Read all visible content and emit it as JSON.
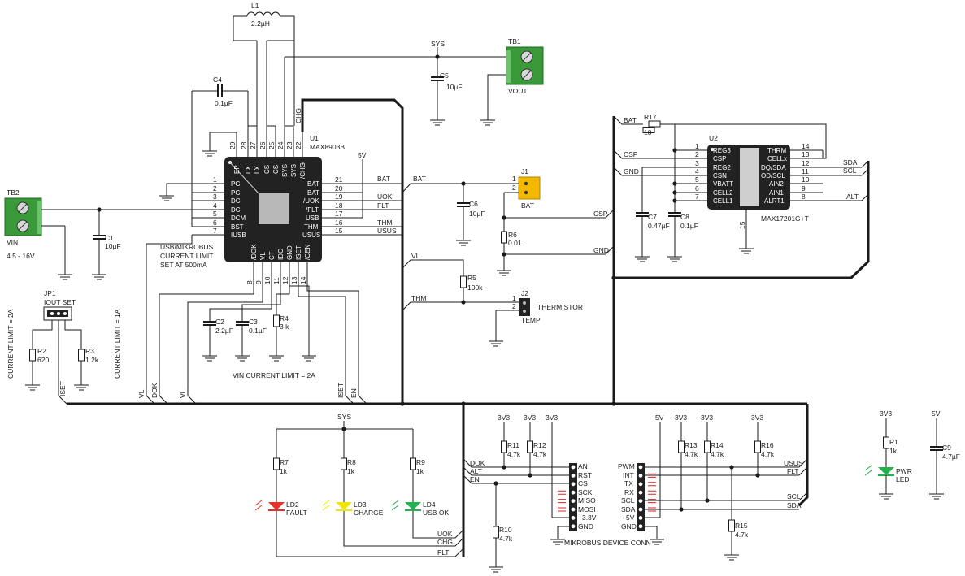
{
  "components": {
    "L1": {
      "ref": "L1",
      "value": "2.2µH"
    },
    "C4": {
      "ref": "C4",
      "value": "0.1µF"
    },
    "SYS_top": "SYS",
    "C5": {
      "ref": "C5",
      "value": "10µF"
    },
    "TB1": {
      "ref": "TB1",
      "label": "VOUT"
    },
    "U1": {
      "ref": "U1",
      "part": "MAX8903B"
    },
    "TB2": {
      "ref": "TB2",
      "label": "VIN",
      "range": "4.5 - 16V"
    },
    "C1": {
      "ref": "C1",
      "value": "10µF"
    },
    "J1": {
      "ref": "J1",
      "label": "BAT"
    },
    "C6": {
      "ref": "C6",
      "value": "10µF"
    },
    "R6": {
      "ref": "R6",
      "value": "0.01"
    },
    "R5": {
      "ref": "R5",
      "value": "100k"
    },
    "J2": {
      "ref": "J2",
      "label": "THERMISTOR",
      "sub": "TEMP"
    },
    "R17": {
      "ref": "R17",
      "value": "10"
    },
    "U2": {
      "ref": "U2",
      "part": "MAX17201G+T"
    },
    "C7": {
      "ref": "C7",
      "value": "0.47µF"
    },
    "C8": {
      "ref": "C8",
      "value": "0.1µF"
    },
    "JP1": {
      "ref": "JP1",
      "label": "IOUT SET"
    },
    "R2": {
      "ref": "R2",
      "value": "620"
    },
    "R3": {
      "ref": "R3",
      "value": "1.2k"
    },
    "C2": {
      "ref": "C2",
      "value": "2.2µF"
    },
    "C3": {
      "ref": "C3",
      "value": "0.1µF"
    },
    "R4": {
      "ref": "R4",
      "value": "3 k"
    },
    "R7": {
      "ref": "R7",
      "value": "1k"
    },
    "R8": {
      "ref": "R8",
      "value": "1k"
    },
    "R9": {
      "ref": "R9",
      "value": "1k"
    },
    "LD2": {
      "ref": "LD2",
      "label": "FAULT",
      "color": "#e8302a"
    },
    "LD3": {
      "ref": "LD3",
      "label": "CHARGE",
      "color": "#f2e600"
    },
    "LD4": {
      "ref": "LD4",
      "label": "USB OK",
      "color": "#22b14c"
    },
    "R10": {
      "ref": "R10",
      "value": "4.7k"
    },
    "R11": {
      "ref": "R11",
      "value": "4.7k"
    },
    "R12": {
      "ref": "R12",
      "value": "4.7k"
    },
    "R13": {
      "ref": "R13",
      "value": "4.7k"
    },
    "R14": {
      "ref": "R14",
      "value": "4.7k"
    },
    "R15": {
      "ref": "R15",
      "value": "4.7k"
    },
    "R16": {
      "ref": "R16",
      "value": "4.7k"
    },
    "R1": {
      "ref": "R1",
      "value": "1k"
    },
    "LD1": {
      "label_1": "PWR",
      "label_2": "LED",
      "color": "#22b14c"
    },
    "C9": {
      "ref": "C9",
      "value": "4.7µF"
    }
  },
  "notes": {
    "usb_limit_1": "USB/MIKROBUS",
    "usb_limit_2": "CURRENT LIMIT",
    "usb_limit_3": "SET AT 500mA",
    "vin_limit": "VIN CURRENT LIMIT = 2A",
    "limit_2a": "CURRENT LIMIT = 2A",
    "limit_1a": "CURRENT LIMIT = 1A",
    "mikrobus": "MIKROBUS DEVICE CONN"
  },
  "u1_pins": {
    "left": [
      {
        "n": "1",
        "name": "PG"
      },
      {
        "n": "2",
        "name": "PG"
      },
      {
        "n": "3",
        "name": "DC"
      },
      {
        "n": "4",
        "name": "DC"
      },
      {
        "n": "5",
        "name": "DCM"
      },
      {
        "n": "6",
        "name": "BST"
      },
      {
        "n": "7",
        "name": "IUSB"
      }
    ],
    "right": [
      {
        "n": "21",
        "name": "BAT"
      },
      {
        "n": "20",
        "name": "BAT"
      },
      {
        "n": "19",
        "name": "/UOK"
      },
      {
        "n": "18",
        "name": "/FLT"
      },
      {
        "n": "17",
        "name": "USB"
      },
      {
        "n": "16",
        "name": "THM"
      },
      {
        "n": "15",
        "name": "USUS"
      }
    ],
    "top": [
      {
        "n": "29",
        "name": "EP"
      },
      {
        "n": "28",
        "name": "LX"
      },
      {
        "n": "27",
        "name": "LX"
      },
      {
        "n": "26",
        "name": "CS"
      },
      {
        "n": "25",
        "name": "CS"
      },
      {
        "n": "24",
        "name": "SYS"
      },
      {
        "n": "23",
        "name": "SYS"
      },
      {
        "n": "22",
        "name": "/CHG"
      }
    ],
    "bottom": [
      {
        "n": "8",
        "name": "/DOK"
      },
      {
        "n": "9",
        "name": "VL"
      },
      {
        "n": "10",
        "name": "CT"
      },
      {
        "n": "11",
        "name": "IDC"
      },
      {
        "n": "12",
        "name": "GND"
      },
      {
        "n": "13",
        "name": "ISET"
      },
      {
        "n": "14",
        "name": "/CEN"
      }
    ]
  },
  "u2_pins": {
    "left": [
      {
        "n": "1",
        "name": "REG3"
      },
      {
        "n": "2",
        "name": "CSP"
      },
      {
        "n": "3",
        "name": "REG2"
      },
      {
        "n": "4",
        "name": "CSN"
      },
      {
        "n": "5",
        "name": "VBATT"
      },
      {
        "n": "6",
        "name": "CELL2"
      },
      {
        "n": "7",
        "name": "CELL1"
      }
    ],
    "right": [
      {
        "n": "14",
        "name": "THRM"
      },
      {
        "n": "13",
        "name": "CELLx"
      },
      {
        "n": "12",
        "name": "DQ/SDA"
      },
      {
        "n": "11",
        "name": "OD/SCL"
      },
      {
        "n": "10",
        "name": "AIN2"
      },
      {
        "n": "9",
        "name": "AIN1"
      },
      {
        "n": "8",
        "name": "ALRT1"
      }
    ],
    "bottom": "15"
  },
  "nets": {
    "bat_u1": "BAT",
    "bat_mid": "BAT",
    "uok": "UOK",
    "flt": "FLT",
    "thm": "THM",
    "usus": "USUS",
    "vl_mid": "VL",
    "thm_mid": "THM",
    "bat_u2": "BAT",
    "csp_u2": "CSP",
    "gnd_u2": "GND",
    "csp_mid": "CSP",
    "gnd_mid": "GND",
    "sda_u2": "SDA",
    "scl_u2": "SCL",
    "alt_u2": "ALT",
    "chg_top": "CHG",
    "v5_u1": "5V",
    "vl_b1": "VL",
    "dok_b": "DOK",
    "vl_b2": "VL",
    "iset_b": "ISET",
    "en_b": "EN",
    "iset_jp": "ISET",
    "sys_led": "SYS",
    "uok_b": "UOK",
    "chg_b": "CHG",
    "flt_b": "FLT",
    "dok_m": "DOK",
    "alt_m": "ALT",
    "en_m": "EN",
    "v33_a": "3V3",
    "v33_b": "3V3",
    "v33_c": "3V3",
    "v5_m": "5V",
    "v33_d": "3V3",
    "v33_e": "3V3",
    "v33_f": "3V3",
    "usus_m": "USUS",
    "flt_m": "FLT",
    "scl_m": "SCL",
    "sda_m": "SDA",
    "v33_pwr": "3V3",
    "v5_pwr": "5V"
  },
  "mikrobus": {
    "left": [
      "AN",
      "RST",
      "CS",
      "SCK",
      "MISO",
      "MOSI",
      "+3.3V",
      "GND"
    ],
    "right": [
      "PWM",
      "INT",
      "TX",
      "RX",
      "SCL",
      "SDA",
      "+5V",
      "GND"
    ]
  }
}
